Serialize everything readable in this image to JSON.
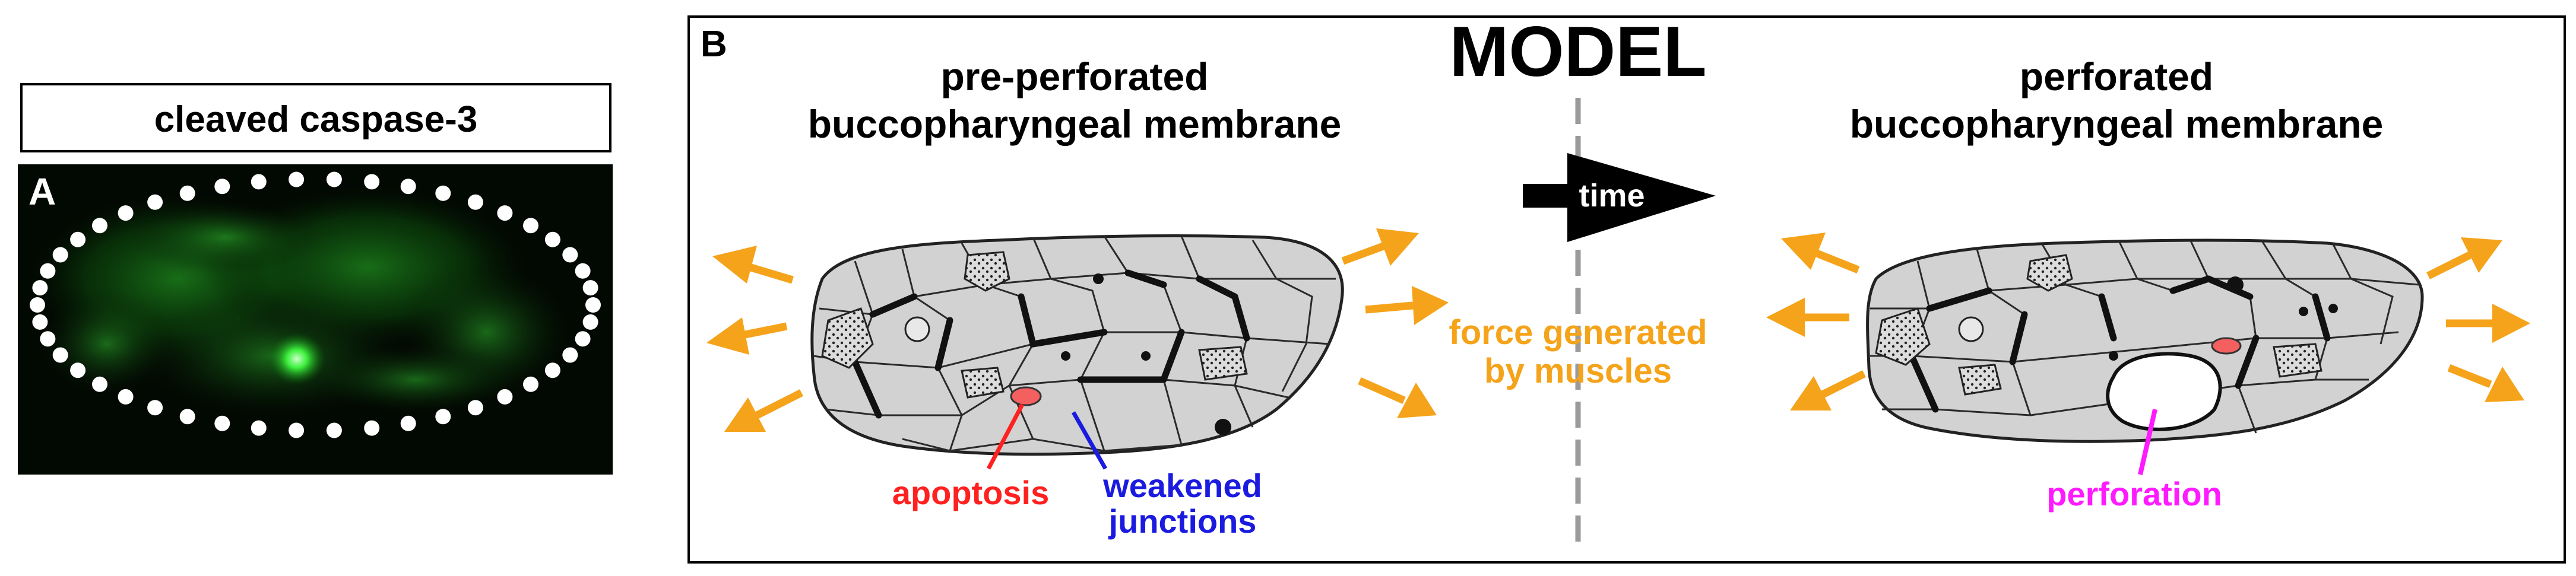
{
  "panel_a": {
    "label": "A",
    "title": "cleaved caspase-3",
    "colors": {
      "background": "#020802",
      "signal": "#1bd21b",
      "outline_dots": "#ffffff"
    }
  },
  "panel_b": {
    "label": "B",
    "heading": "MODEL",
    "left_title": [
      "pre-perforated",
      "buccopharyngeal membrane"
    ],
    "right_title": [
      "perforated",
      "buccopharyngeal membrane"
    ],
    "time_label": "time",
    "force_label": [
      "force generated",
      "by muscles"
    ],
    "annotations": {
      "apoptosis": "apoptosis",
      "weakened_junctions": [
        "weakened",
        "junctions"
      ],
      "perforation": "perforation"
    },
    "colors": {
      "arrows": "#f5a31a",
      "force_text": "#f5a31a",
      "apoptosis": "#ff2020",
      "apoptotic_cell": "#f46060",
      "weakened": "#1b1be0",
      "perforation": "#ff1aff",
      "membrane_fill": "#d2d2d2",
      "divider": "#9a9a9a"
    }
  }
}
